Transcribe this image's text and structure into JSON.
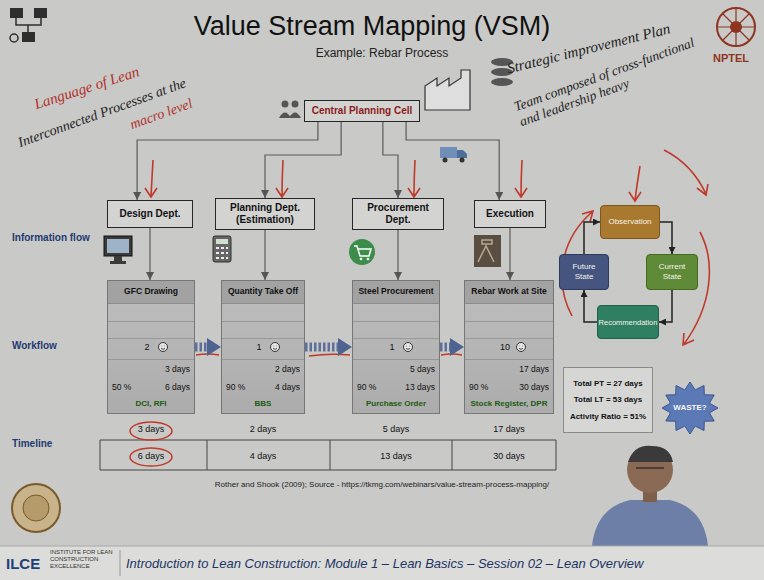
{
  "diagram": {
    "title": "Value Stream Mapping (VSM)",
    "nodes": [
      {
        "text": [
          "Central Planning Cell"
        ]
      },
      {
        "text": [
          "Design Dept."
        ]
      },
      {
        "text": [
          "Planning Dept. (Estimation)"
        ]
      },
      {
        "text": [
          "Procurement Dept."
        ]
      },
      {
        "text": [
          "Execution"
        ]
      },
      {
        "text": [
          "Observation"
        ]
      },
      {
        "text": [
          "Future State"
        ]
      },
      {
        "text": [
          "Current State"
        ]
      },
      {
        "text": [
          "GFC Drawing",
          "2",
          "3 days",
          "50 %",
          "6 days",
          "DCI, RFI"
        ]
      },
      {
        "text": [
          "Quantity Take Off",
          "1",
          "2 days",
          "90 %",
          "4 days",
          "BBS"
        ]
      },
      {
        "text": [
          "Steel Procurement",
          "1",
          "5 days",
          "90 %",
          "13 days",
          "Purchase Order"
        ]
      },
      {
        "text": [
          "Rebar Work at Site",
          "10",
          "17 days",
          "90 %",
          "30 days",
          "Stock Register, DPR"
        ]
      },
      {
        "text": [
          "Recommendation"
        ]
      },
      {
        "text": [
          "Total PT = 27 days",
          "Total LT = 53 days",
          "Activity Ratio = 51%"
        ]
      },
      {
        "text": [
          "WASTE?"
        ]
      }
    ],
    "edges": [
      {
        "from": 0,
        "to": 1,
        "arrow": "to"
      },
      {
        "from": 0,
        "to": 2,
        "arrow": "to"
      },
      {
        "from": 0,
        "to": 3,
        "arrow": "to"
      },
      {
        "from": 0,
        "to": 4,
        "arrow": "to"
      },
      {
        "from": 1,
        "to": 8,
        "arrow": "to"
      },
      {
        "from": 2,
        "to": 9,
        "arrow": "to"
      },
      {
        "from": 3,
        "to": 10,
        "arrow": "to"
      },
      {
        "from": 4,
        "to": 11,
        "arrow": "to"
      },
      {
        "from": 8,
        "to": 9,
        "arrow": "to"
      },
      {
        "from": 9,
        "to": 10,
        "arrow": "to"
      },
      {
        "from": 10,
        "to": 11,
        "arrow": "to"
      },
      {
        "from": 5,
        "to": 7,
        "arrow": "to"
      },
      {
        "from": 7,
        "to": 12,
        "arrow": "to"
      },
      {
        "from": 12,
        "to": 6,
        "arrow": "to"
      },
      {
        "from": 6,
        "to": 5,
        "arrow": "to"
      }
    ],
    "labels": [
      "Example: Rebar Process",
      "Language of Lean",
      "Interconnected Processes at the",
      "macro level",
      "Strategic improvement Plan",
      "Team composed of cross-functional and leadership heavy",
      "NPTEL",
      "Information flow",
      "Workflow",
      "Timeline",
      "3 days",
      "6 days",
      "2 days",
      "4 days",
      "5 days",
      "13 days",
      "17 days",
      "30 days",
      "Rother and Shook (2009); Source - https://tkmg.com/webinars/value-stream-process-mapping/",
      "ILCE",
      "INSTITUTE FOR LEAN CONSTRUCTION EXCELLENCE",
      "Introduction to Lean Construction: Module 1 – Lean Basics – Session 02 – Lean Overview"
    ]
  }
}
